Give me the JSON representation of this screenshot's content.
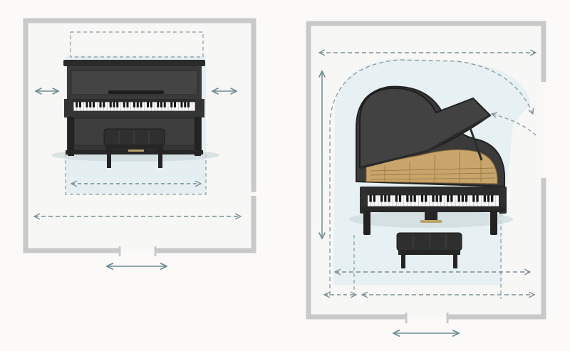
{
  "illustration": {
    "panels": [
      {
        "piano_type": "upright-piano",
        "room": "room-outline",
        "items": [
          "upright-piano",
          "piano-bench",
          "clearance-zone",
          "door-opening"
        ]
      },
      {
        "piano_type": "grand-piano",
        "room": "room-outline",
        "items": [
          "grand-piano",
          "piano-bench",
          "lid-swing-path",
          "door-opening"
        ]
      }
    ]
  },
  "colors": {
    "wall": "#c9c9c9",
    "wall_fill": "#f3f2ef",
    "floor": "#f7f7f5",
    "piano_body": "#3a3a3a",
    "piano_dark": "#222222",
    "clearance": "#d9e8ec",
    "arrow": "#6f8d92",
    "dash": "#8a9a9e",
    "soundboard": "#c8a56a",
    "keys_white": "#fafafa",
    "keys_black": "#161616"
  }
}
